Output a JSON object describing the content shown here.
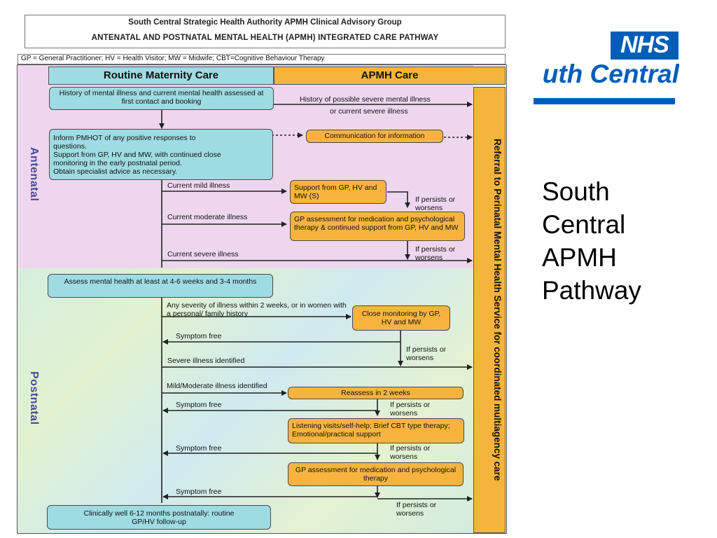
{
  "header": {
    "line1": "South Central Strategic Health Authority APMH Clinical Advisory Group",
    "line2": "ANTENATAL AND POSTNATAL MENTAL HEALTH (APMH) INTEGRATED CARE PATHWAY"
  },
  "abbreviations": "GP = General Practitioner; HV = Health Visitor; MW = Midwife; CBT=Cognitive Behaviour Therapy",
  "columns": {
    "routine": "Routine Maternity Care",
    "apmh": "APMH Care"
  },
  "zones": {
    "antenatal": "Antenatal",
    "postnatal": "Postnatal"
  },
  "sidebar": "Referral to Perinatal Mental Health Service for coordinated multiagency care",
  "antenatal": {
    "history_box": "History of mental illness and current mental health assessed at first contact and booking",
    "severe_label_1": "History of possible severe mental illness",
    "severe_label_2": "or current severe illness",
    "inform_box_1": "Inform PMHOT of any positive responses to",
    "inform_box_2": "questions.",
    "inform_box_3": "Support from GP, HV and MW, with continued close",
    "inform_box_4": "monitoring in the early postnatal period.",
    "inform_box_5": "Obtain specialist advice as necessary.",
    "communication_box": "Communication for information",
    "mild_label": "Current mild illness",
    "mild_box": "Support from GP, HV and MW (S)",
    "persists_1": "If persists or worsens",
    "moderate_label": "Current moderate illness",
    "moderate_box": "GP assessment for medication and psychological therapy & continued support from GP, HV and MW",
    "persists_2": "If persists or worsens",
    "severe_current_label": "Current severe illness"
  },
  "postnatal": {
    "assess_box": "Assess mental health at least at 4-6 weeks and 3-4 months",
    "any_severity_label": "Any severity of illness within 2 weeks, or in women with a personal/ family history",
    "close_monitoring_box": "Close monitoring by GP, HV and MW",
    "symptom_free_1": "Symptom free",
    "persists_3": "If persists or worsens",
    "severe_identified_label": "Severe illness identified",
    "mild_moderate_label": "Mild/Moderate illness identified",
    "reassess_box": "Reassess in 2 weeks",
    "symptom_free_2": "Symptom free",
    "persists_4": "If persists or worsens",
    "listening_box": "Listening visits/self-help; Brief CBT type therapy; Emotional/practical support",
    "symptom_free_3": "Symptom free",
    "persists_5": "If persists or worsens",
    "gp_assessment_box": "GP assessment for medication and psychological therapy",
    "symptom_free_4": "Symptom free",
    "persists_6": "If persists or worsens",
    "clinically_well_box": "Clinically well 6-12 months postnatally: routine GP/HV follow-up"
  },
  "logo": {
    "nhs": "NHS",
    "region": "uth Central"
  },
  "slide_title": [
    "South",
    "Central",
    "APMH",
    "Pathway"
  ],
  "colors": {
    "antenatal_bg": "#eed6ef",
    "teal": "#9fdbe3",
    "orange": "#f6b43f",
    "nhs_blue": "#005eb8",
    "label_purple": "#4b4a97"
  }
}
